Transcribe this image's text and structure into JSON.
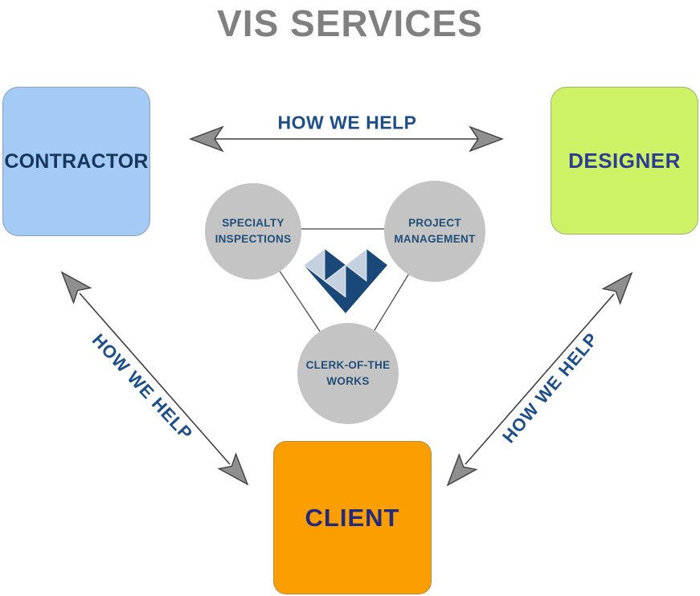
{
  "title": {
    "text": "VIS SERVICES"
  },
  "colors": {
    "title_color": "#808080",
    "contractor_fill": "#A3CBF5",
    "contractor_text": "#17365D",
    "designer_fill": "#CDF266",
    "designer_text": "#2D3C96",
    "client_fill": "#FB9E01",
    "client_text": "#232A7E",
    "circle_fill": "#C4C4C4",
    "circle_text": "#1F4E79",
    "arrow_label": "#1D4E89",
    "arrow_fill": "#8F8F8F",
    "arrow_stroke": "#3F3F3F",
    "connector": "#404040",
    "logo_dark": "#1A4878",
    "logo_light": "#C6D1E0"
  },
  "nodes": {
    "contractor": {
      "label": "CONTRACTOR"
    },
    "designer": {
      "label": "DESIGNER"
    },
    "client": {
      "label": "CLIENT"
    }
  },
  "services": [
    {
      "line1": "SPECIALTY",
      "line2": "INSPECTIONS"
    },
    {
      "line1": "PROJECT",
      "line2": "MANAGEMENT"
    },
    {
      "line1": "CLERK-OF-THE",
      "line2": "WORKS"
    }
  ],
  "arrows": {
    "top": {
      "label": "HOW WE HELP"
    },
    "left": {
      "label": "HOW WE HELP"
    },
    "right": {
      "label": "HOW WE HELP"
    }
  },
  "logo": {
    "icon": "vis-triangles-logo"
  }
}
